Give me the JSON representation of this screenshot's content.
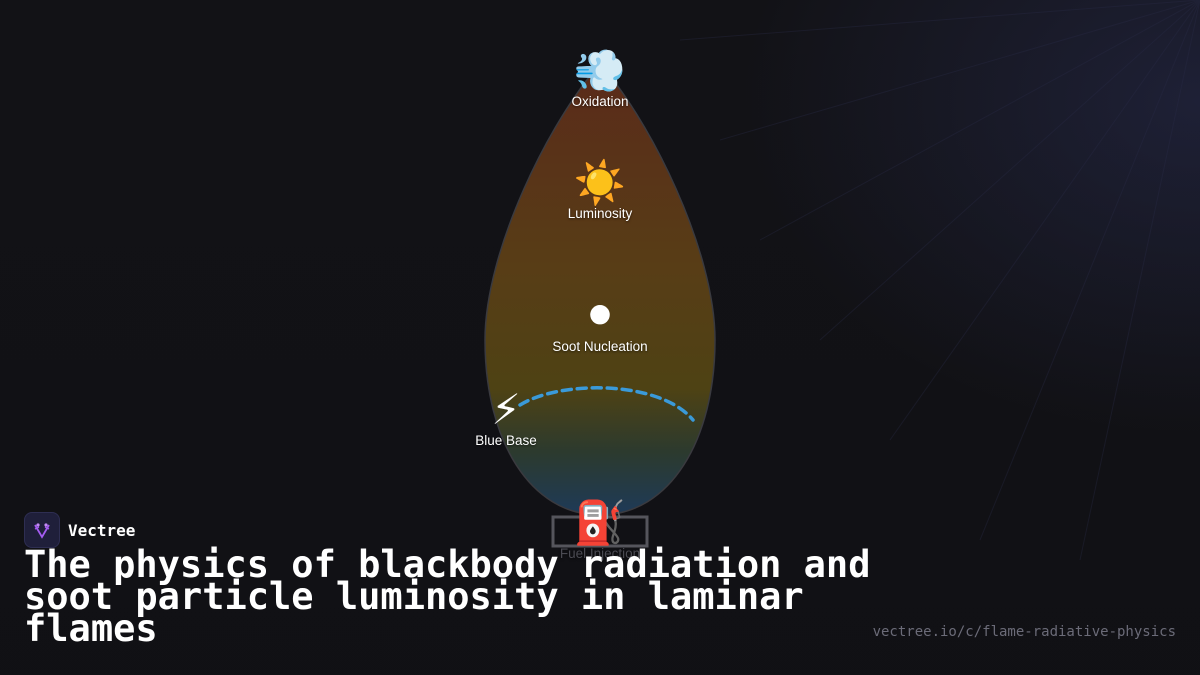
{
  "diagram": {
    "nodes": [
      {
        "label": "Oxidation",
        "icon": "dash-symbol-icon",
        "glyph": "💨"
      },
      {
        "label": "Luminosity",
        "icon": "sun-icon",
        "glyph": "☀️"
      },
      {
        "label": "Soot Nucleation",
        "icon": "black-circle-icon",
        "glyph": "⚫"
      },
      {
        "label": "Blue Base",
        "icon": "lightning-icon",
        "glyph": "⚡"
      },
      {
        "label": "Fuel Injection",
        "icon": "fuel-pump-icon",
        "glyph": "⛽"
      }
    ]
  },
  "brand": {
    "name": "Vectree"
  },
  "headline": "The physics of blackbody radiation and soot particle luminosity in laminar flames",
  "url": "vectree.io/c/flame-radiative-physics",
  "colors": {
    "background": "#121216",
    "flame_top": "#5a2a1a",
    "flame_mid": "#5a4016",
    "flame_base": "#1e3a58",
    "blue_arc": "#3a9ad9",
    "brand_accent": "#a45cf0"
  }
}
